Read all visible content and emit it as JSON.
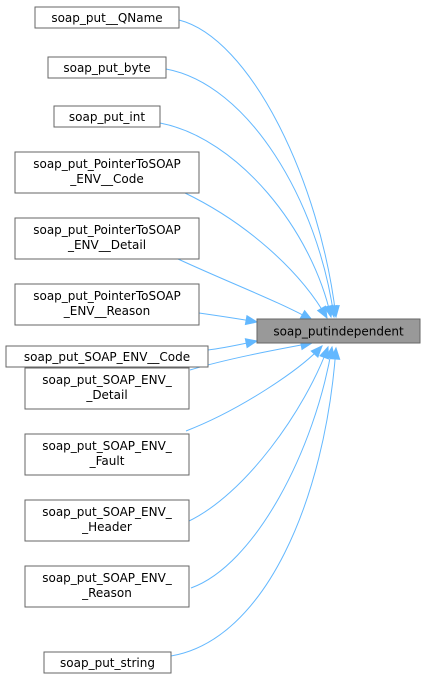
{
  "target": {
    "label": "soap_putindependent"
  },
  "callers": [
    {
      "id": "qname",
      "lines": [
        "soap_put__QName"
      ]
    },
    {
      "id": "byte",
      "lines": [
        "soap_put_byte"
      ]
    },
    {
      "id": "int",
      "lines": [
        "soap_put_int"
      ]
    },
    {
      "id": "ptr-code",
      "lines": [
        "soap_put_PointerToSOAP",
        "_ENV__Code"
      ]
    },
    {
      "id": "ptr-detail",
      "lines": [
        "soap_put_PointerToSOAP",
        "_ENV__Detail"
      ]
    },
    {
      "id": "ptr-reason",
      "lines": [
        "soap_put_PointerToSOAP",
        "_ENV__Reason"
      ]
    },
    {
      "id": "env-code",
      "lines": [
        "soap_put_SOAP_ENV__Code"
      ]
    },
    {
      "id": "env-detail",
      "lines": [
        "soap_put_SOAP_ENV_",
        "_Detail"
      ]
    },
    {
      "id": "env-fault",
      "lines": [
        "soap_put_SOAP_ENV_",
        "_Fault"
      ]
    },
    {
      "id": "env-header",
      "lines": [
        "soap_put_SOAP_ENV_",
        "_Header"
      ]
    },
    {
      "id": "env-reason",
      "lines": [
        "soap_put_SOAP_ENV_",
        "_Reason"
      ]
    },
    {
      "id": "string",
      "lines": [
        "soap_put_string"
      ]
    }
  ],
  "colors": {
    "edge": "#63b8ff",
    "node_border": "#666666",
    "node_fill": "#ffffff",
    "target_fill": "#999999"
  }
}
